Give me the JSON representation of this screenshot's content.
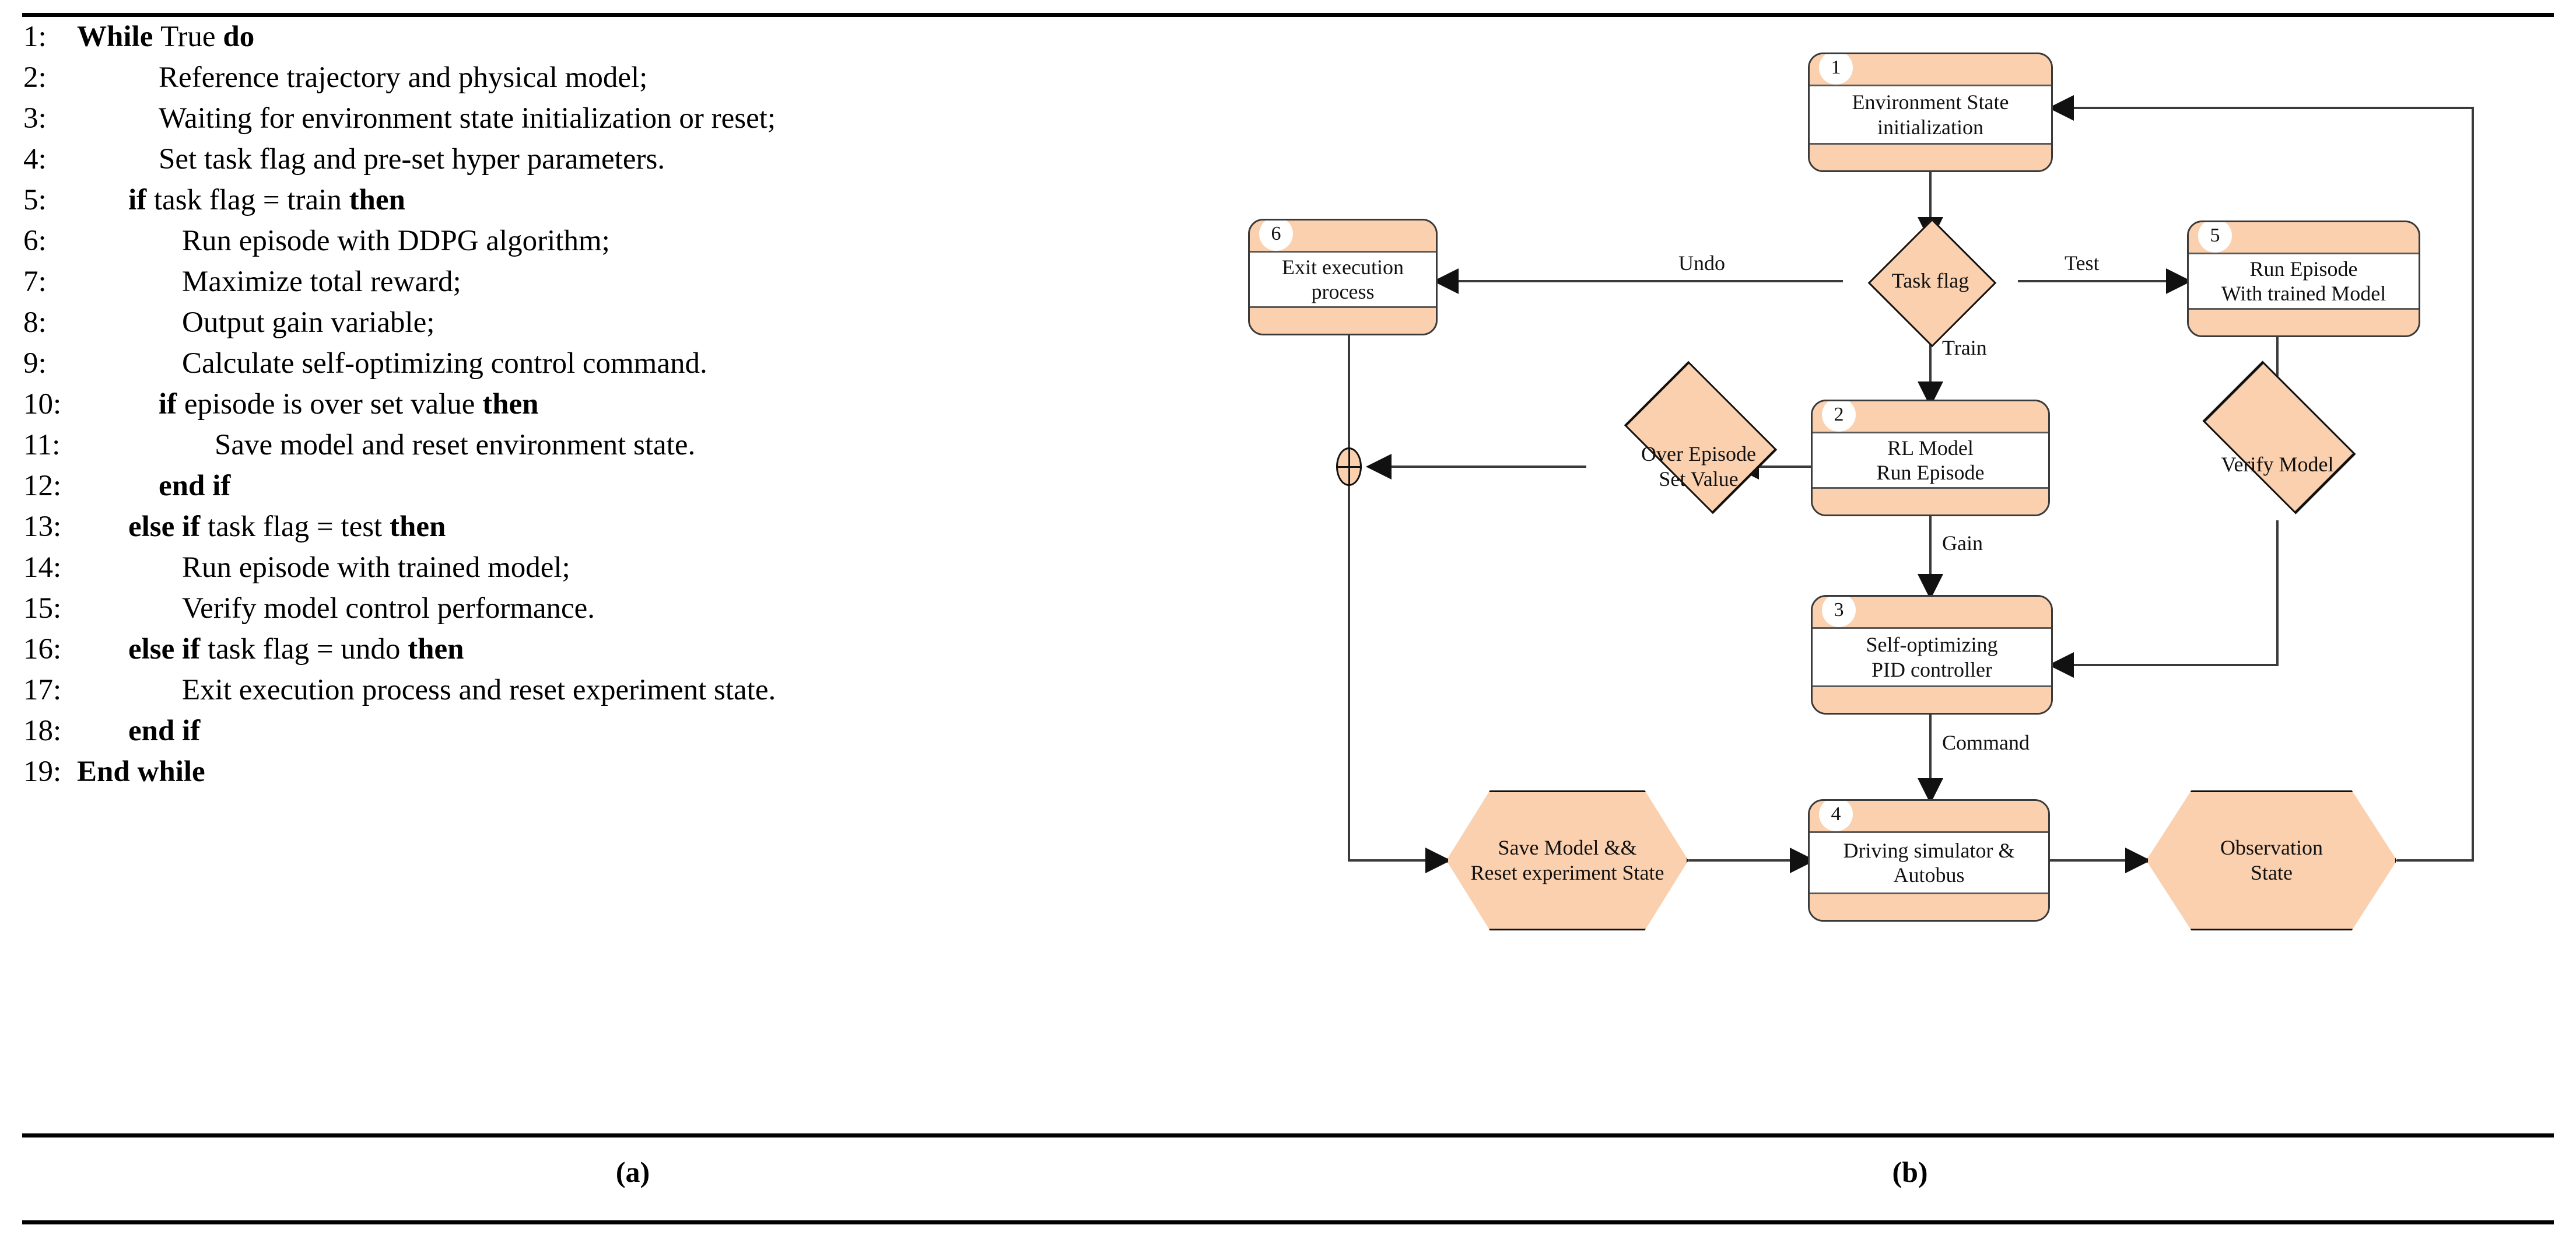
{
  "figure": {
    "caption_a": "(a)",
    "caption_b": "(b)"
  },
  "algorithm": {
    "lines": [
      {
        "num": "1:",
        "indent": 1,
        "parts": [
          {
            "t": "While ",
            "b": true
          },
          {
            "t": "True ",
            "b": false
          },
          {
            "t": "do",
            "b": true
          }
        ]
      },
      {
        "num": "2:",
        "indent": 3,
        "parts": [
          {
            "t": "Reference trajectory and physical model;",
            "b": false
          }
        ]
      },
      {
        "num": "3:",
        "indent": 3,
        "parts": [
          {
            "t": "Waiting for environment state initialization or reset;",
            "b": false
          }
        ]
      },
      {
        "num": "4:",
        "indent": 3,
        "parts": [
          {
            "t": "Set task flag and pre-set hyper parameters.",
            "b": false
          }
        ]
      },
      {
        "num": "5:",
        "indent": 2,
        "parts": [
          {
            "t": "if ",
            "b": true
          },
          {
            "t": "task flag = train ",
            "b": false
          },
          {
            "t": "then",
            "b": true
          }
        ]
      },
      {
        "num": "6:",
        "indent": 4,
        "parts": [
          {
            "t": "Run episode with DDPG algorithm;",
            "b": false
          }
        ]
      },
      {
        "num": "7:",
        "indent": 4,
        "parts": [
          {
            "t": "Maximize total reward;",
            "b": false
          }
        ]
      },
      {
        "num": "8:",
        "indent": 4,
        "parts": [
          {
            "t": "Output gain variable;",
            "b": false
          }
        ]
      },
      {
        "num": "9:",
        "indent": 4,
        "parts": [
          {
            "t": "Calculate self-optimizing control command.",
            "b": false
          }
        ]
      },
      {
        "num": "10:",
        "indent": 3,
        "parts": [
          {
            "t": "if ",
            "b": true
          },
          {
            "t": "episode is over set value ",
            "b": false
          },
          {
            "t": "then",
            "b": true
          }
        ]
      },
      {
        "num": "11:",
        "indent": 5,
        "parts": [
          {
            "t": "Save model and reset environment state.",
            "b": false
          }
        ]
      },
      {
        "num": "12:",
        "indent": 3,
        "parts": [
          {
            "t": "end if",
            "b": true
          }
        ]
      },
      {
        "num": "13:",
        "indent": 2,
        "parts": [
          {
            "t": "else if ",
            "b": true
          },
          {
            "t": "task flag = test ",
            "b": false
          },
          {
            "t": "then",
            "b": true
          }
        ]
      },
      {
        "num": "14:",
        "indent": 4,
        "parts": [
          {
            "t": "Run episode with trained model;",
            "b": false
          }
        ]
      },
      {
        "num": "15:",
        "indent": 4,
        "parts": [
          {
            "t": "Verify model control performance.",
            "b": false
          }
        ]
      },
      {
        "num": "16:",
        "indent": 2,
        "parts": [
          {
            "t": "else if ",
            "b": true
          },
          {
            "t": "task flag = undo ",
            "b": false
          },
          {
            "t": "then",
            "b": true
          }
        ]
      },
      {
        "num": "17:",
        "indent": 4,
        "parts": [
          {
            "t": "Exit execution process and reset experiment state.",
            "b": false
          }
        ]
      },
      {
        "num": "18:",
        "indent": 2,
        "parts": [
          {
            "t": "end if",
            "b": true
          }
        ]
      },
      {
        "num": "19:",
        "indent": 1,
        "parts": [
          {
            "t": "End while",
            "b": true
          }
        ]
      }
    ]
  },
  "flowchart": {
    "colors": {
      "node_fill": "#fad0ae",
      "node_body": "#ffffff",
      "node_border": "#3a3a3a",
      "shape_border": "#111111",
      "edge": "#3a3a3a"
    },
    "nodes": {
      "n1": {
        "badge": "1",
        "line1": "Environment State",
        "line2": "initialization"
      },
      "n2": {
        "badge": "2",
        "line1": "RL Model",
        "line2": "Run Episode"
      },
      "n3": {
        "badge": "3",
        "line1": "Self-optimizing",
        "line2": "PID controller"
      },
      "n4": {
        "badge": "4",
        "line1": "Driving simulator &",
        "line2": "Autobus"
      },
      "n5": {
        "badge": "5",
        "line1": "Run Episode",
        "line2": "With trained Model"
      },
      "n6": {
        "badge": "6",
        "line1": "Exit execution",
        "line2": "process"
      }
    },
    "decisions": {
      "task_flag": {
        "line1": "Task flag",
        "line2": ""
      },
      "over_episode": {
        "line1": "Over Episode",
        "line2": "Set Value"
      },
      "verify_model": {
        "line1": "Verify Model",
        "line2": ""
      }
    },
    "hexagons": {
      "save_model": {
        "line1": "Save Model &&",
        "line2": "Reset experiment State"
      },
      "observation": {
        "line1": "Observation",
        "line2": "State"
      }
    },
    "edge_labels": {
      "undo": "Undo",
      "test": "Test",
      "train": "Train",
      "gain": "Gain",
      "command": "Command"
    }
  }
}
